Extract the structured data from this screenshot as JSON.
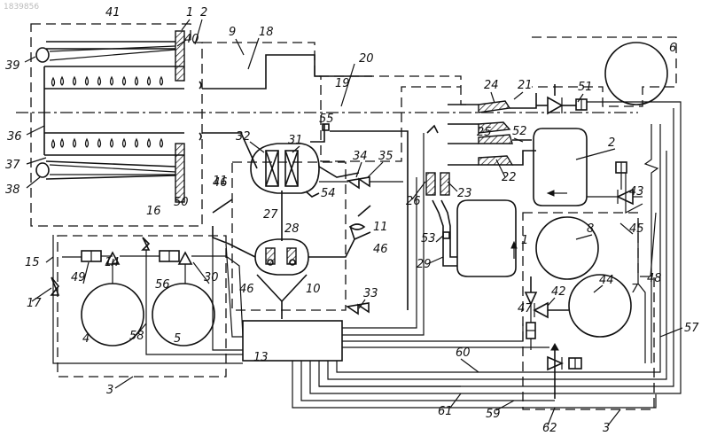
{
  "watermark": "1839856",
  "labels": {
    "l1": "1",
    "l2": "2",
    "l3a": "3",
    "l3b": "3",
    "l4": "4",
    "l5": "5",
    "l6": "6",
    "l7": "7",
    "l8": "8",
    "l9": "9",
    "l10": "10",
    "l11a": "11",
    "l11b": "11",
    "l12": "2",
    "l13": "13",
    "l14": "14",
    "l15": "15",
    "l16": "16",
    "l17": "17",
    "l18": "18",
    "l19": "19",
    "l20": "20",
    "l21": "21",
    "l22": "22",
    "l23": "23",
    "l24": "24",
    "l25": "25",
    "l26": "26",
    "l27": "27",
    "l28": "28",
    "l29": "29",
    "l30": "30",
    "l31": "31",
    "l32": "32",
    "l33": "33",
    "l34": "34",
    "l35": "35",
    "l36": "36",
    "l37": "37",
    "l38": "38",
    "l39": "39",
    "l40": "40",
    "l41": "41",
    "l42": "42",
    "l43": "43",
    "l44": "44",
    "l45": "45",
    "l46a": "46",
    "l46b": "46",
    "l47": "47",
    "l48": "48",
    "l49": "49",
    "l50": "50",
    "l51": "51",
    "l52": "52",
    "l53": "53",
    "l54": "54",
    "l55": "55",
    "l56": "56",
    "l57": "57",
    "l58": "58",
    "l59": "59",
    "l60": "60",
    "l61": "61",
    "l62": "62"
  }
}
